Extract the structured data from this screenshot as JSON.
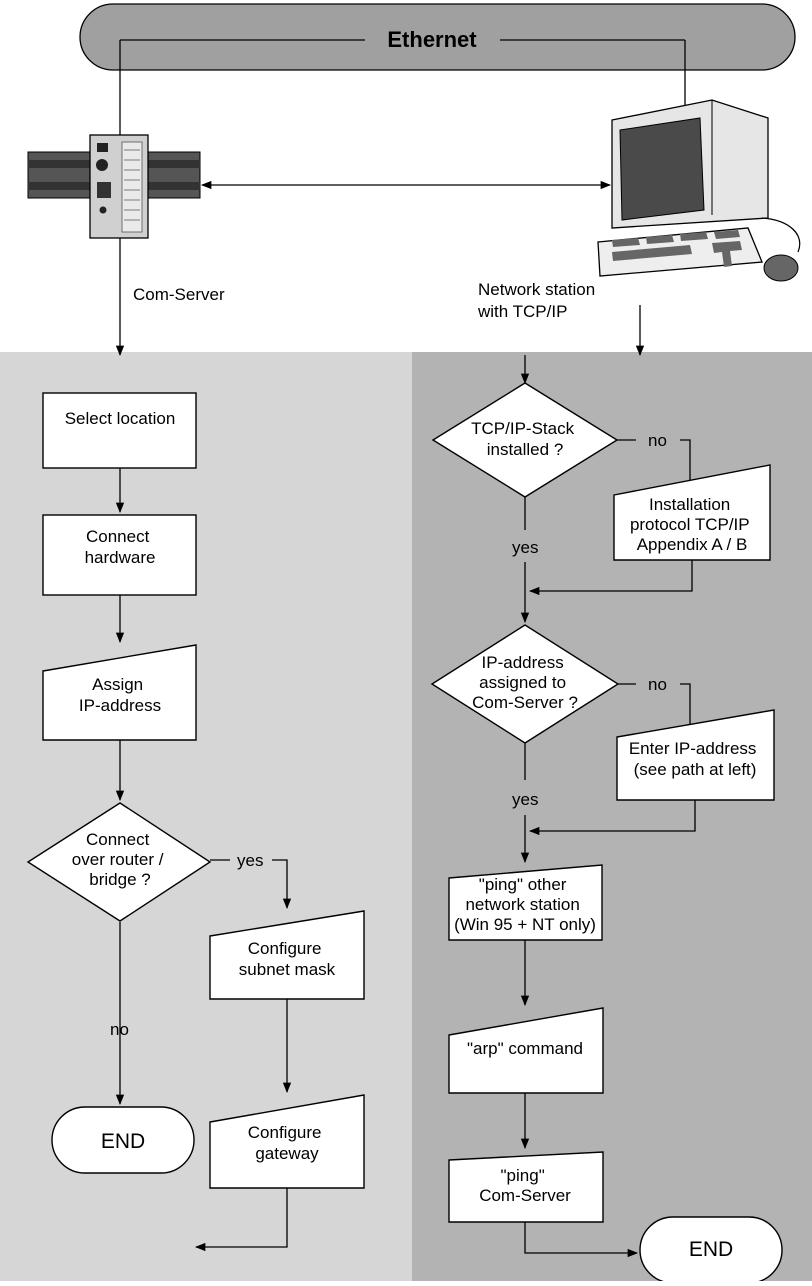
{
  "ethernet_label": "Ethernet",
  "com_server_label": "Com-Server",
  "station_label": [
    "Network station",
    "with TCP/IP"
  ],
  "left_flow": {
    "select_location": [
      "Select location"
    ],
    "connect_hardware": [
      "Connect",
      "hardware"
    ],
    "assign_ip": [
      "Assign",
      "IP-address"
    ],
    "router_question": [
      "Connect",
      "over router /",
      "bridge ?"
    ],
    "yes": "yes",
    "no": "no",
    "subnet_mask": [
      "Configure",
      "subnet mask"
    ],
    "gateway": [
      "Configure",
      "gateway"
    ],
    "end": "END"
  },
  "right_flow": {
    "stack_question": [
      "TCP/IP-Stack",
      "installed ?"
    ],
    "stack_no": "no",
    "stack_yes": "yes",
    "install_protocol": [
      "Installation",
      "protocol TCP/IP",
      "Appendix A / B"
    ],
    "ip_question": [
      "IP-address",
      "assigned to",
      "Com-Server ?"
    ],
    "ip_no": "no",
    "ip_yes": "yes",
    "enter_ip": [
      "Enter IP-address",
      "(see path at left)"
    ],
    "ping_station": [
      "\"ping\" other",
      "network station",
      "(Win 95 + NT only)"
    ],
    "arp": [
      "\"arp\" command"
    ],
    "ping_server": [
      "\"ping\"",
      "Com-Server"
    ],
    "end": "END"
  },
  "colors": {
    "left_panel": "#d6d6d6",
    "right_panel": "#b3b3b3",
    "ethernet_bar": "#a0a0a0"
  }
}
